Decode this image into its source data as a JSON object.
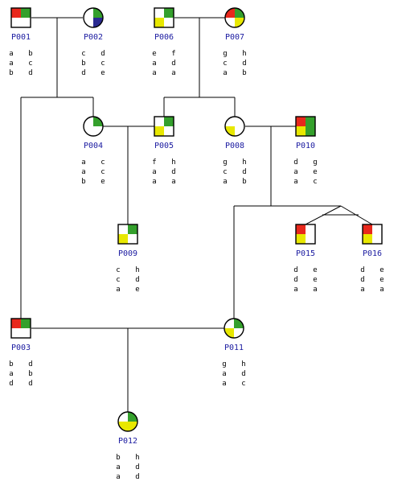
{
  "colors": {
    "red": "#e8281c",
    "green": "#34a02c",
    "yellow": "#e8e800",
    "blue": "#2a2a90",
    "white": "#ffffff",
    "label": "#1a1aa0",
    "line": "#000000"
  },
  "individuals": [
    {
      "id": "P001",
      "sex": "male",
      "quadrants": [
        "red",
        "green",
        "white",
        "white"
      ],
      "alleles": [
        [
          "a",
          "b"
        ],
        [
          "a",
          "c"
        ],
        [
          "b",
          "d"
        ]
      ]
    },
    {
      "id": "P002",
      "sex": "female",
      "quadrants": [
        "white",
        "green",
        "white",
        "blue"
      ],
      "alleles": [
        [
          "c",
          "d"
        ],
        [
          "b",
          "c"
        ],
        [
          "d",
          "e"
        ]
      ]
    },
    {
      "id": "P006",
      "sex": "male",
      "quadrants": [
        "white",
        "green",
        "yellow",
        "white"
      ],
      "alleles": [
        [
          "e",
          "f"
        ],
        [
          "a",
          "d"
        ],
        [
          "a",
          "a"
        ]
      ]
    },
    {
      "id": "P007",
      "sex": "female",
      "quadrants": [
        "red",
        "green",
        "white",
        "yellow"
      ],
      "alleles": [
        [
          "g",
          "h"
        ],
        [
          "c",
          "d"
        ],
        [
          "a",
          "b"
        ]
      ]
    },
    {
      "id": "P004",
      "sex": "female",
      "quadrants": [
        "white",
        "green",
        "white",
        "white"
      ],
      "alleles": [
        [
          "a",
          "c"
        ],
        [
          "a",
          "c"
        ],
        [
          "b",
          "e"
        ]
      ]
    },
    {
      "id": "P005",
      "sex": "male",
      "quadrants": [
        "white",
        "green",
        "yellow",
        "white"
      ],
      "alleles": [
        [
          "f",
          "h"
        ],
        [
          "a",
          "d"
        ],
        [
          "a",
          "a"
        ]
      ]
    },
    {
      "id": "P008",
      "sex": "female",
      "quadrants": [
        "white",
        "white",
        "yellow",
        "white"
      ],
      "alleles": [
        [
          "g",
          "h"
        ],
        [
          "c",
          "d"
        ],
        [
          "a",
          "b"
        ]
      ]
    },
    {
      "id": "P010",
      "sex": "male",
      "quadrants": [
        "red",
        "green",
        "yellow",
        "green"
      ],
      "alleles": [
        [
          "d",
          "g"
        ],
        [
          "a",
          "e"
        ],
        [
          "a",
          "c"
        ]
      ]
    },
    {
      "id": "P009",
      "sex": "male",
      "quadrants": [
        "white",
        "green",
        "yellow",
        "white"
      ],
      "alleles": [
        [
          "c",
          "h"
        ],
        [
          "c",
          "d"
        ],
        [
          "a",
          "e"
        ]
      ]
    },
    {
      "id": "P015",
      "sex": "male",
      "quadrants": [
        "red",
        "white",
        "yellow",
        "white"
      ],
      "alleles": [
        [
          "d",
          "e"
        ],
        [
          "d",
          "e"
        ],
        [
          "a",
          "a"
        ]
      ]
    },
    {
      "id": "P016",
      "sex": "male",
      "quadrants": [
        "red",
        "white",
        "yellow",
        "white"
      ],
      "alleles": [
        [
          "d",
          "e"
        ],
        [
          "d",
          "e"
        ],
        [
          "a",
          "a"
        ]
      ]
    },
    {
      "id": "P003",
      "sex": "male",
      "quadrants": [
        "red",
        "green",
        "white",
        "white"
      ],
      "alleles": [
        [
          "b",
          "d"
        ],
        [
          "a",
          "b"
        ],
        [
          "d",
          "d"
        ]
      ]
    },
    {
      "id": "P011",
      "sex": "female",
      "quadrants": [
        "white",
        "green",
        "yellow",
        "white"
      ],
      "alleles": [
        [
          "g",
          "h"
        ],
        [
          "a",
          "d"
        ],
        [
          "a",
          "c"
        ]
      ]
    },
    {
      "id": "P012",
      "sex": "female",
      "quadrants": [
        "white",
        "green",
        "yellow",
        "yellow"
      ],
      "alleles": [
        [
          "b",
          "h"
        ],
        [
          "a",
          "d"
        ],
        [
          "a",
          "d"
        ]
      ]
    }
  ]
}
